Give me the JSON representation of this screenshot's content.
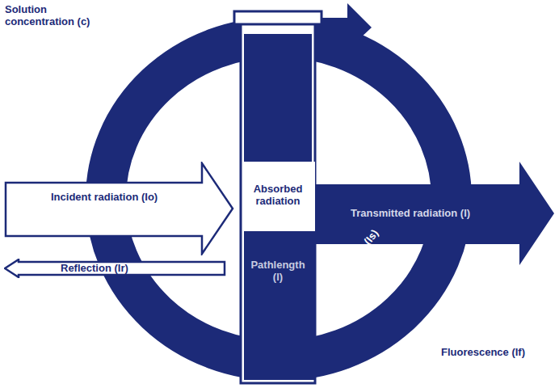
{
  "diagram": {
    "nodes": [
      {
        "text": [
          "Incident radiation (Io)"
        ]
      },
      {
        "text": [
          "Reflection (Ir)"
        ]
      },
      {
        "text": [
          "Absorbed radiation"
        ]
      },
      {
        "text": [
          "Pathlength (l)"
        ]
      },
      {
        "text": [
          "Transmitted radiation (I)"
        ]
      }
    ],
    "labels": [
      "Solution concentration (c)",
      "Scatter (Is)",
      "Fluorescence (If)"
    ]
  }
}
